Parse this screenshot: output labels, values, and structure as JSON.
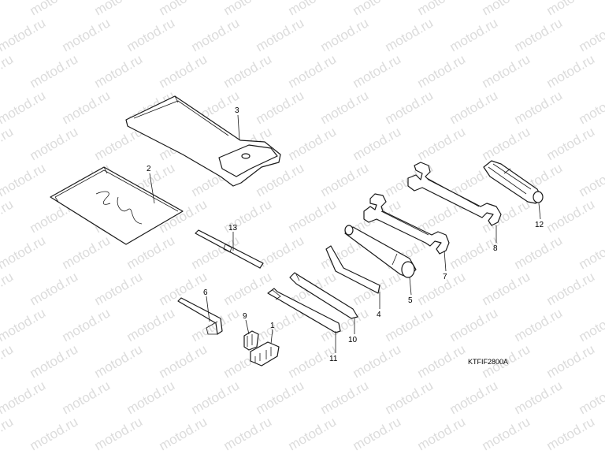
{
  "watermark": {
    "text": "motod.ru",
    "color": "#dcdcdc"
  },
  "diagram_code": "KTFIF2800A",
  "callouts": {
    "c1": "1",
    "c2": "2",
    "c3": "3",
    "c4": "4",
    "c5": "5",
    "c6": "6",
    "c7": "7",
    "c8": "8",
    "c9": "9",
    "c10": "10",
    "c11": "11",
    "c12": "12",
    "c13": "13"
  },
  "parts": [
    {
      "ref": "1",
      "icon": "fuse-holder-icon"
    },
    {
      "ref": "2",
      "icon": "plastic-bag-icon"
    },
    {
      "ref": "3",
      "icon": "tool-pouch-icon"
    },
    {
      "ref": "4",
      "icon": "handle-bar-icon"
    },
    {
      "ref": "5",
      "icon": "spark-plug-wrench-icon"
    },
    {
      "ref": "6",
      "icon": "hex-key-icon"
    },
    {
      "ref": "7",
      "icon": "open-end-wrench-small-icon"
    },
    {
      "ref": "8",
      "icon": "open-end-wrench-large-icon"
    },
    {
      "ref": "9",
      "icon": "fuse-puller-icon"
    },
    {
      "ref": "10",
      "icon": "screwdriver-phillips-icon"
    },
    {
      "ref": "11",
      "icon": "screwdriver-flat-icon"
    },
    {
      "ref": "12",
      "icon": "screwdriver-grip-icon"
    },
    {
      "ref": "13",
      "icon": "screwdriver-bit-icon"
    }
  ]
}
